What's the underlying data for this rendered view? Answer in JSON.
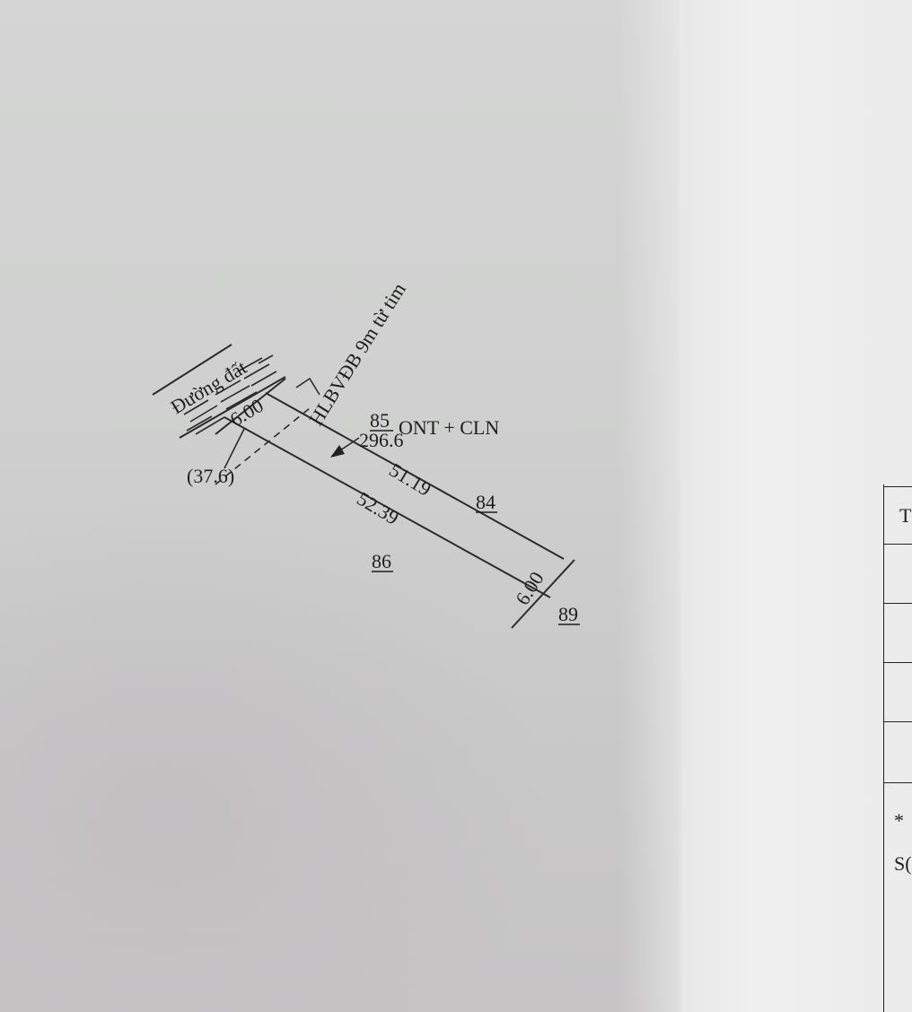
{
  "map": {
    "road_label": "Đường đất",
    "corridor_label": "HLBVĐB 9m từ tim",
    "parcel_number": "85",
    "land_use": "ONT + CLN",
    "area": "296.6",
    "road_area": "(37.6)",
    "edge_top_width": "6.00",
    "edge_bottom_width": "6.00",
    "edge_upper_length": "51.19",
    "edge_lower_length": "52.39",
    "neighbor_north": "84",
    "neighbor_south": "86",
    "neighbor_east": "89"
  },
  "table_fragment": {
    "header_char": "T",
    "asterisk": "*",
    "row_char": "S("
  }
}
